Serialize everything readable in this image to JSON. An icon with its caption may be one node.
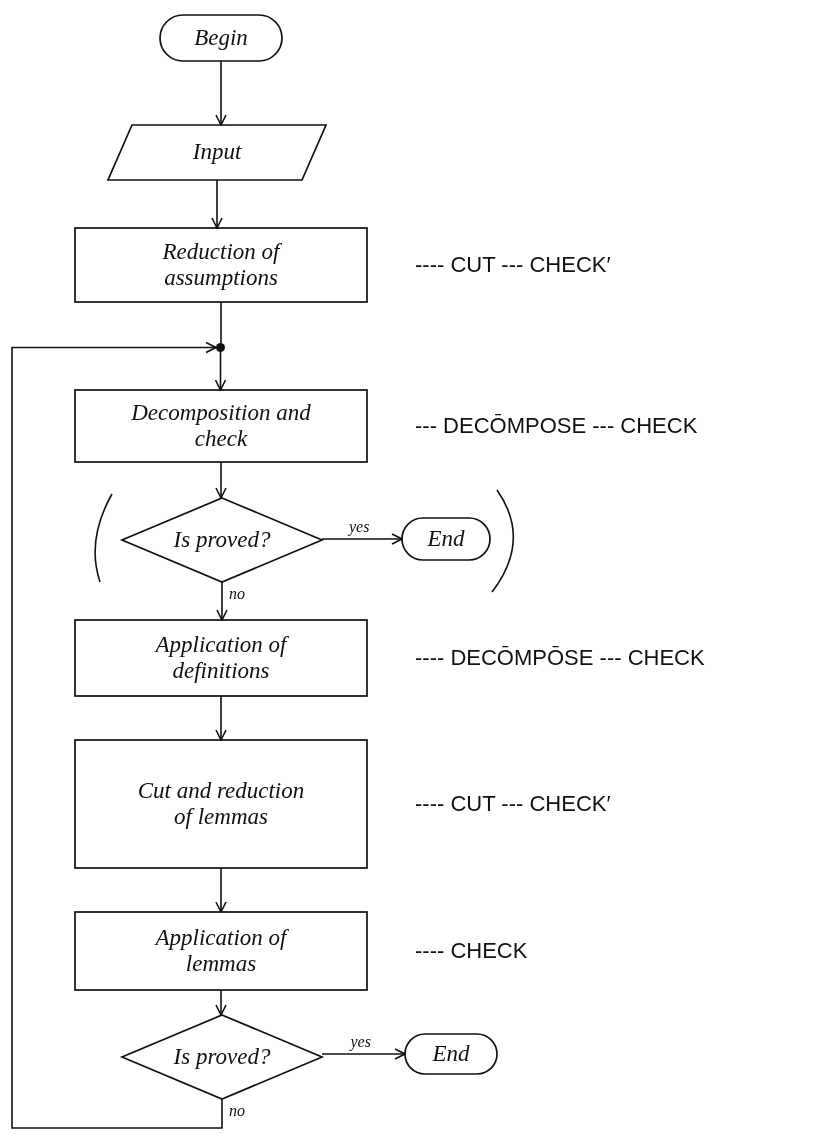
{
  "diagram": {
    "nodes": [
      {
        "text": [
          "Begin"
        ]
      },
      {
        "text": [
          "Input"
        ]
      },
      {
        "text": [
          "Reduction of assumptions"
        ],
        "beside": [
          "---- CUT --- CHECK′"
        ]
      },
      {
        "text": [],
        "shape": "circle"
      },
      {
        "text": [
          "Decomposition and check"
        ],
        "beside": [
          "--- DECŌMPOSE --- CHECK"
        ]
      },
      {
        "text": [
          "Is proved?"
        ]
      },
      {
        "text": [
          "End"
        ]
      },
      {
        "text": [
          "Application of definitions"
        ],
        "beside": [
          "---- DECŌMPŌSE --- CHECK"
        ]
      },
      {
        "text": [
          "Cut and reduction of lemmas"
        ],
        "beside": [
          "---- CUT --- CHECK′"
        ]
      },
      {
        "text": [
          "Application of lemmas"
        ],
        "beside": [
          "---- CHECK"
        ]
      },
      {
        "text": [
          "Is proved?"
        ]
      },
      {
        "text": [
          "End"
        ]
      }
    ],
    "edges": [
      {
        "from": 0,
        "to": 1,
        "arrow": "to"
      },
      {
        "from": 1,
        "to": 2,
        "arrow": "to"
      },
      {
        "from": 2,
        "to": 3,
        "arrow": "none"
      },
      {
        "from": 3,
        "to": 4,
        "arrow": "to"
      },
      {
        "from": 4,
        "to": 5,
        "arrow": "to"
      },
      {
        "from": 5,
        "to": 6,
        "arrow": "to",
        "label": "yes"
      },
      {
        "from": 5,
        "to": 7,
        "arrow": "to",
        "label": "no"
      },
      {
        "from": 7,
        "to": 8,
        "arrow": "to"
      },
      {
        "from": 8,
        "to": 9,
        "arrow": "to"
      },
      {
        "from": 9,
        "to": 10,
        "arrow": "to"
      },
      {
        "from": 10,
        "to": 11,
        "arrow": "to",
        "label": "yes"
      },
      {
        "from": 10,
        "to": 3,
        "arrow": "to",
        "label": "no"
      }
    ]
  }
}
